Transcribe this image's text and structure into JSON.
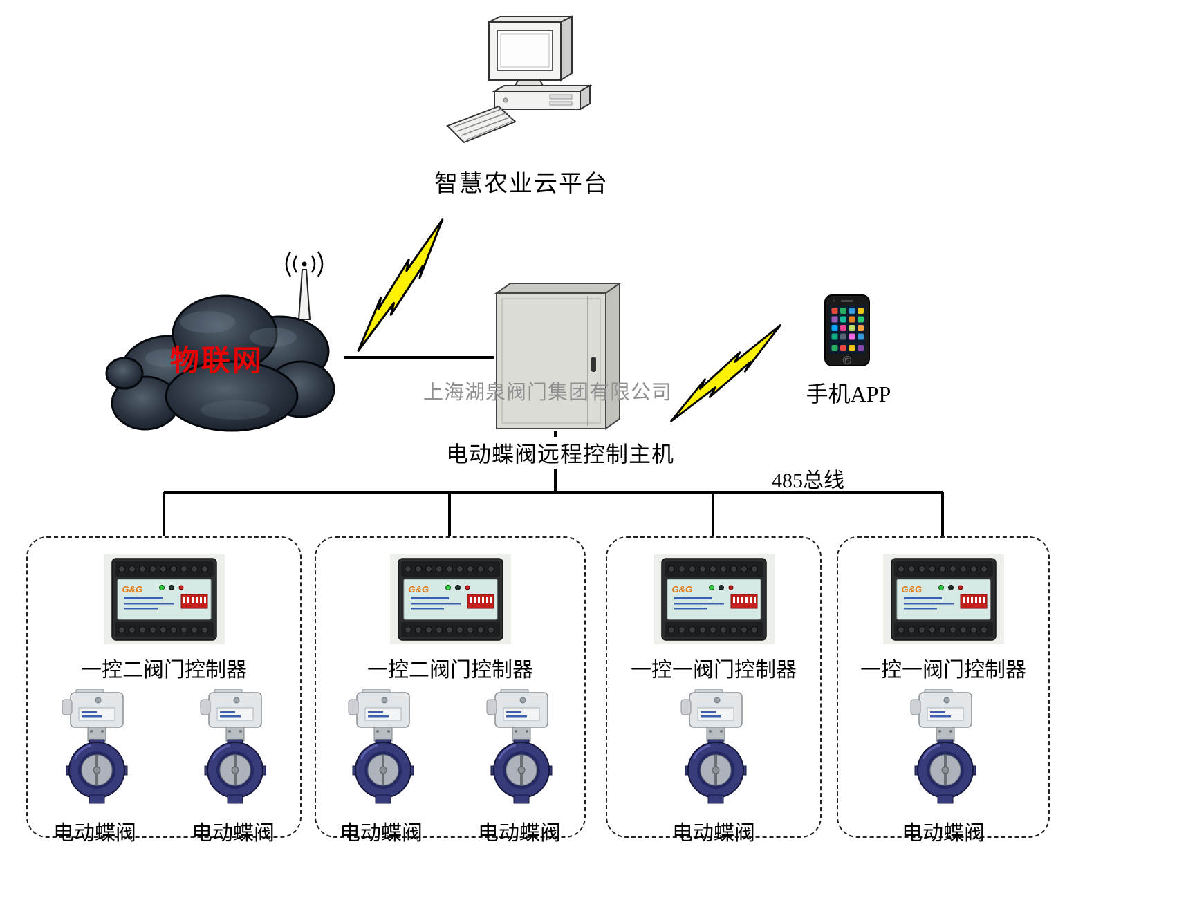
{
  "labels": {
    "cloud_platform": "智慧农业云平台",
    "iot": "物联网",
    "watermark": "上海湖泉阀门集团有限公司",
    "host": "电动蝶阀远程控制主机",
    "phone_app": "手机APP",
    "bus": "485总线"
  },
  "controller_device": {
    "brand": "G&G"
  },
  "groups": [
    {
      "controller": "一控二阀门控制器",
      "valves": [
        "电动蝶阀",
        "电动蝶阀"
      ]
    },
    {
      "controller": "一控二阀门控制器",
      "valves": [
        "电动蝶阀",
        "电动蝶阀"
      ]
    },
    {
      "controller": "一控一阀门控制器",
      "valves": [
        "电动蝶阀"
      ]
    },
    {
      "controller": "一控一阀门控制器",
      "valves": [
        "电动蝶阀"
      ]
    }
  ],
  "colors": {
    "lightning": "#FFF200",
    "iot_text": "#E60000",
    "valve_body": "#383B7A",
    "dip_switch": "#C2201A",
    "watermark_gray": "#8F8F8F"
  }
}
